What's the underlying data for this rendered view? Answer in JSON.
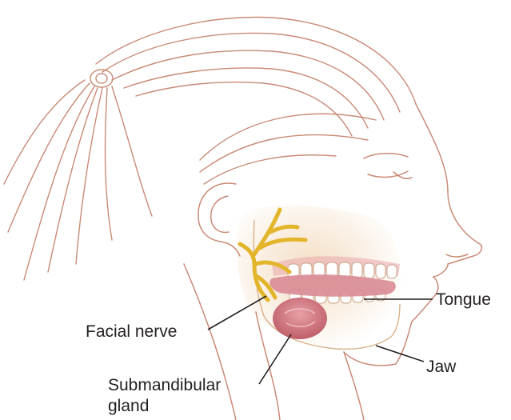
{
  "labels": {
    "tongue": "Tongue",
    "jaw": "Jaw",
    "facial_nerve": "Facial nerve",
    "submandibular_line1": "Submandibular",
    "submandibular_line2": "gland"
  },
  "colors": {
    "sketch_line": "#c98a76",
    "nerve": "#e3b52b",
    "gland": "#c86a74",
    "tongue": "#d98b95",
    "gums": "#e9a7ad",
    "skin_tint": "#f3dcc0",
    "leader_line": "#231f20"
  }
}
